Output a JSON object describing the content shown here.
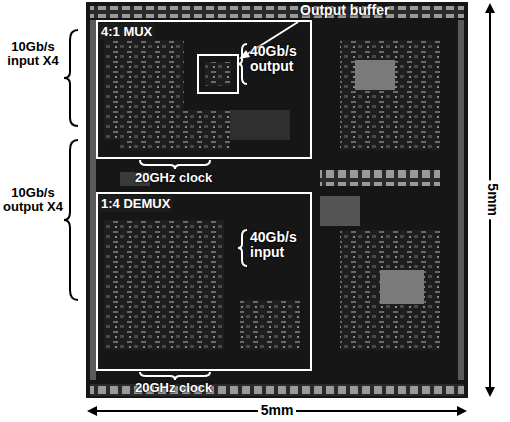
{
  "diagram": {
    "nodes": [
      {
        "text": [
          "4:1 MUX"
        ]
      },
      {
        "text": [
          "1:4 DEMUX"
        ]
      }
    ],
    "labels": [
      "Output buffer",
      "40Gb/s output",
      "10Gb/s input X4",
      "20GHz clock",
      "40Gb/s input",
      "10Gb/s output X4",
      "20GHz clock",
      "5mm",
      "5mm"
    ]
  }
}
